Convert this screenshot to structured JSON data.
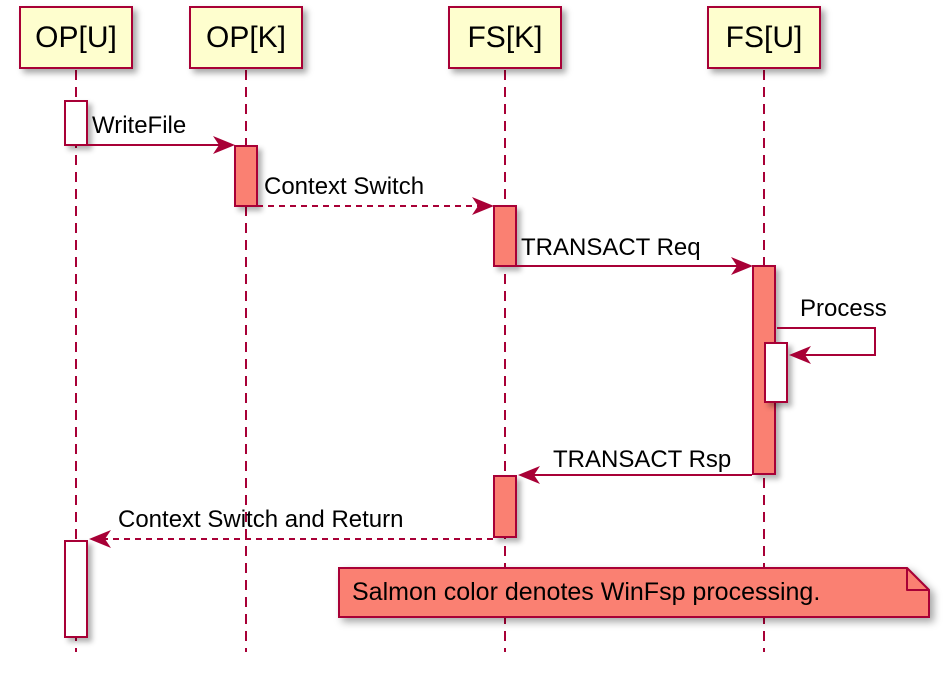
{
  "diagram": {
    "type": "uml-sequence",
    "participants": [
      {
        "name": "OP[U]"
      },
      {
        "name": "OP[K]"
      },
      {
        "name": "FS[K]"
      },
      {
        "name": "FS[U]"
      }
    ],
    "messages": [
      {
        "label": "WriteFile",
        "from": "OP[U]",
        "to": "OP[K]",
        "line": "solid"
      },
      {
        "label": "Context Switch",
        "from": "OP[K]",
        "to": "FS[K]",
        "line": "dashed"
      },
      {
        "label": "TRANSACT Req",
        "from": "FS[K]",
        "to": "FS[U]",
        "line": "solid"
      },
      {
        "label": "Process",
        "from": "FS[U]",
        "to": "FS[U]",
        "line": "solid",
        "self": true
      },
      {
        "label": "TRANSACT Rsp",
        "from": "FS[U]",
        "to": "FS[K]",
        "line": "solid"
      },
      {
        "label": "Context Switch and Return",
        "from": "FS[K]",
        "to": "OP[U]",
        "line": "dashed"
      }
    ],
    "note": {
      "text": "Salmon color denotes WinFsp processing."
    },
    "colors": {
      "participant_fill": "#fefece",
      "border": "#a80036",
      "salmon": "#fa8072",
      "activation_plain": "#ffffff",
      "text": "#000000"
    }
  }
}
